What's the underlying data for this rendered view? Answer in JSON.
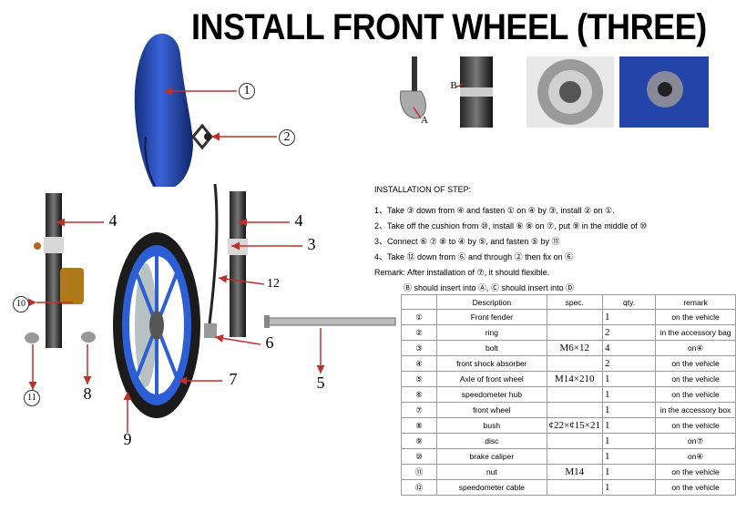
{
  "title": "INSTALL FRONT WHEEL (THREE)",
  "callouts": {
    "c1": "1",
    "c2": "2",
    "c3": "3",
    "c4a": "4",
    "c4b": "4",
    "c6": "6",
    "c7": "7",
    "c5": "5",
    "c8": "8",
    "c9": "9",
    "c10": "10",
    "c11": "11",
    "c12": "12",
    "labelA": "A",
    "labelB": "B"
  },
  "steps": {
    "header": "INSTALLATION OF STEP:",
    "s1": "1、Take ③ down from ④ and fasten ① on ④ by ③, install ② on ①.",
    "s2": "2、Take off the cushion from ⑩, install ⑥ ⑧ on ⑦, put ⑨ in the middle of ⑩",
    "s3": "3、Connect ⑥ ⑦ ⑧ to ④ by ⑤, and fasten ⑤ by ⑪",
    "s4": "4、Take ⑫ down from ⑥ and through ② then fix on ⑥",
    "remark1": "Remark: After installation of ⑦, it should flexible.",
    "remark2": "Ⓑ should insert into Ⓐ, Ⓒ should insert into Ⓓ"
  },
  "table": {
    "headers": [
      "",
      "Description",
      "spec.",
      "qty.",
      "remark"
    ],
    "rows": [
      [
        "①",
        "Front fender",
        "",
        "1",
        "on the vehicle"
      ],
      [
        "②",
        "ring",
        "",
        "2",
        "in the accessory bag"
      ],
      [
        "③",
        "bolt",
        "M6×12",
        "4",
        "on④"
      ],
      [
        "④",
        "front shock absorber",
        "",
        "2",
        "on the vehicle"
      ],
      [
        "⑤",
        "Axle of front wheel",
        "M14×210",
        "1",
        "on the vehicle"
      ],
      [
        "⑥",
        "speedometer hub",
        "",
        "1",
        "on the vehicle"
      ],
      [
        "⑦",
        "front wheel",
        "",
        "1",
        "in the accessory box"
      ],
      [
        "⑧",
        "bush",
        "¢22×¢15×21",
        "1",
        "on the vehicle"
      ],
      [
        "⑨",
        "disc",
        "",
        "1",
        "on⑦"
      ],
      [
        "⑩",
        "brake caliper",
        "",
        "1",
        "on④"
      ],
      [
        "⑪",
        "nut",
        "M14",
        "1",
        "on the vehicle"
      ],
      [
        "⑫",
        "speedometer cable",
        "",
        "1",
        "on the vehicle"
      ]
    ]
  },
  "colors": {
    "fender": "#2447b8",
    "arrow": "#c0302a",
    "wheel": "#2c5fd6"
  }
}
